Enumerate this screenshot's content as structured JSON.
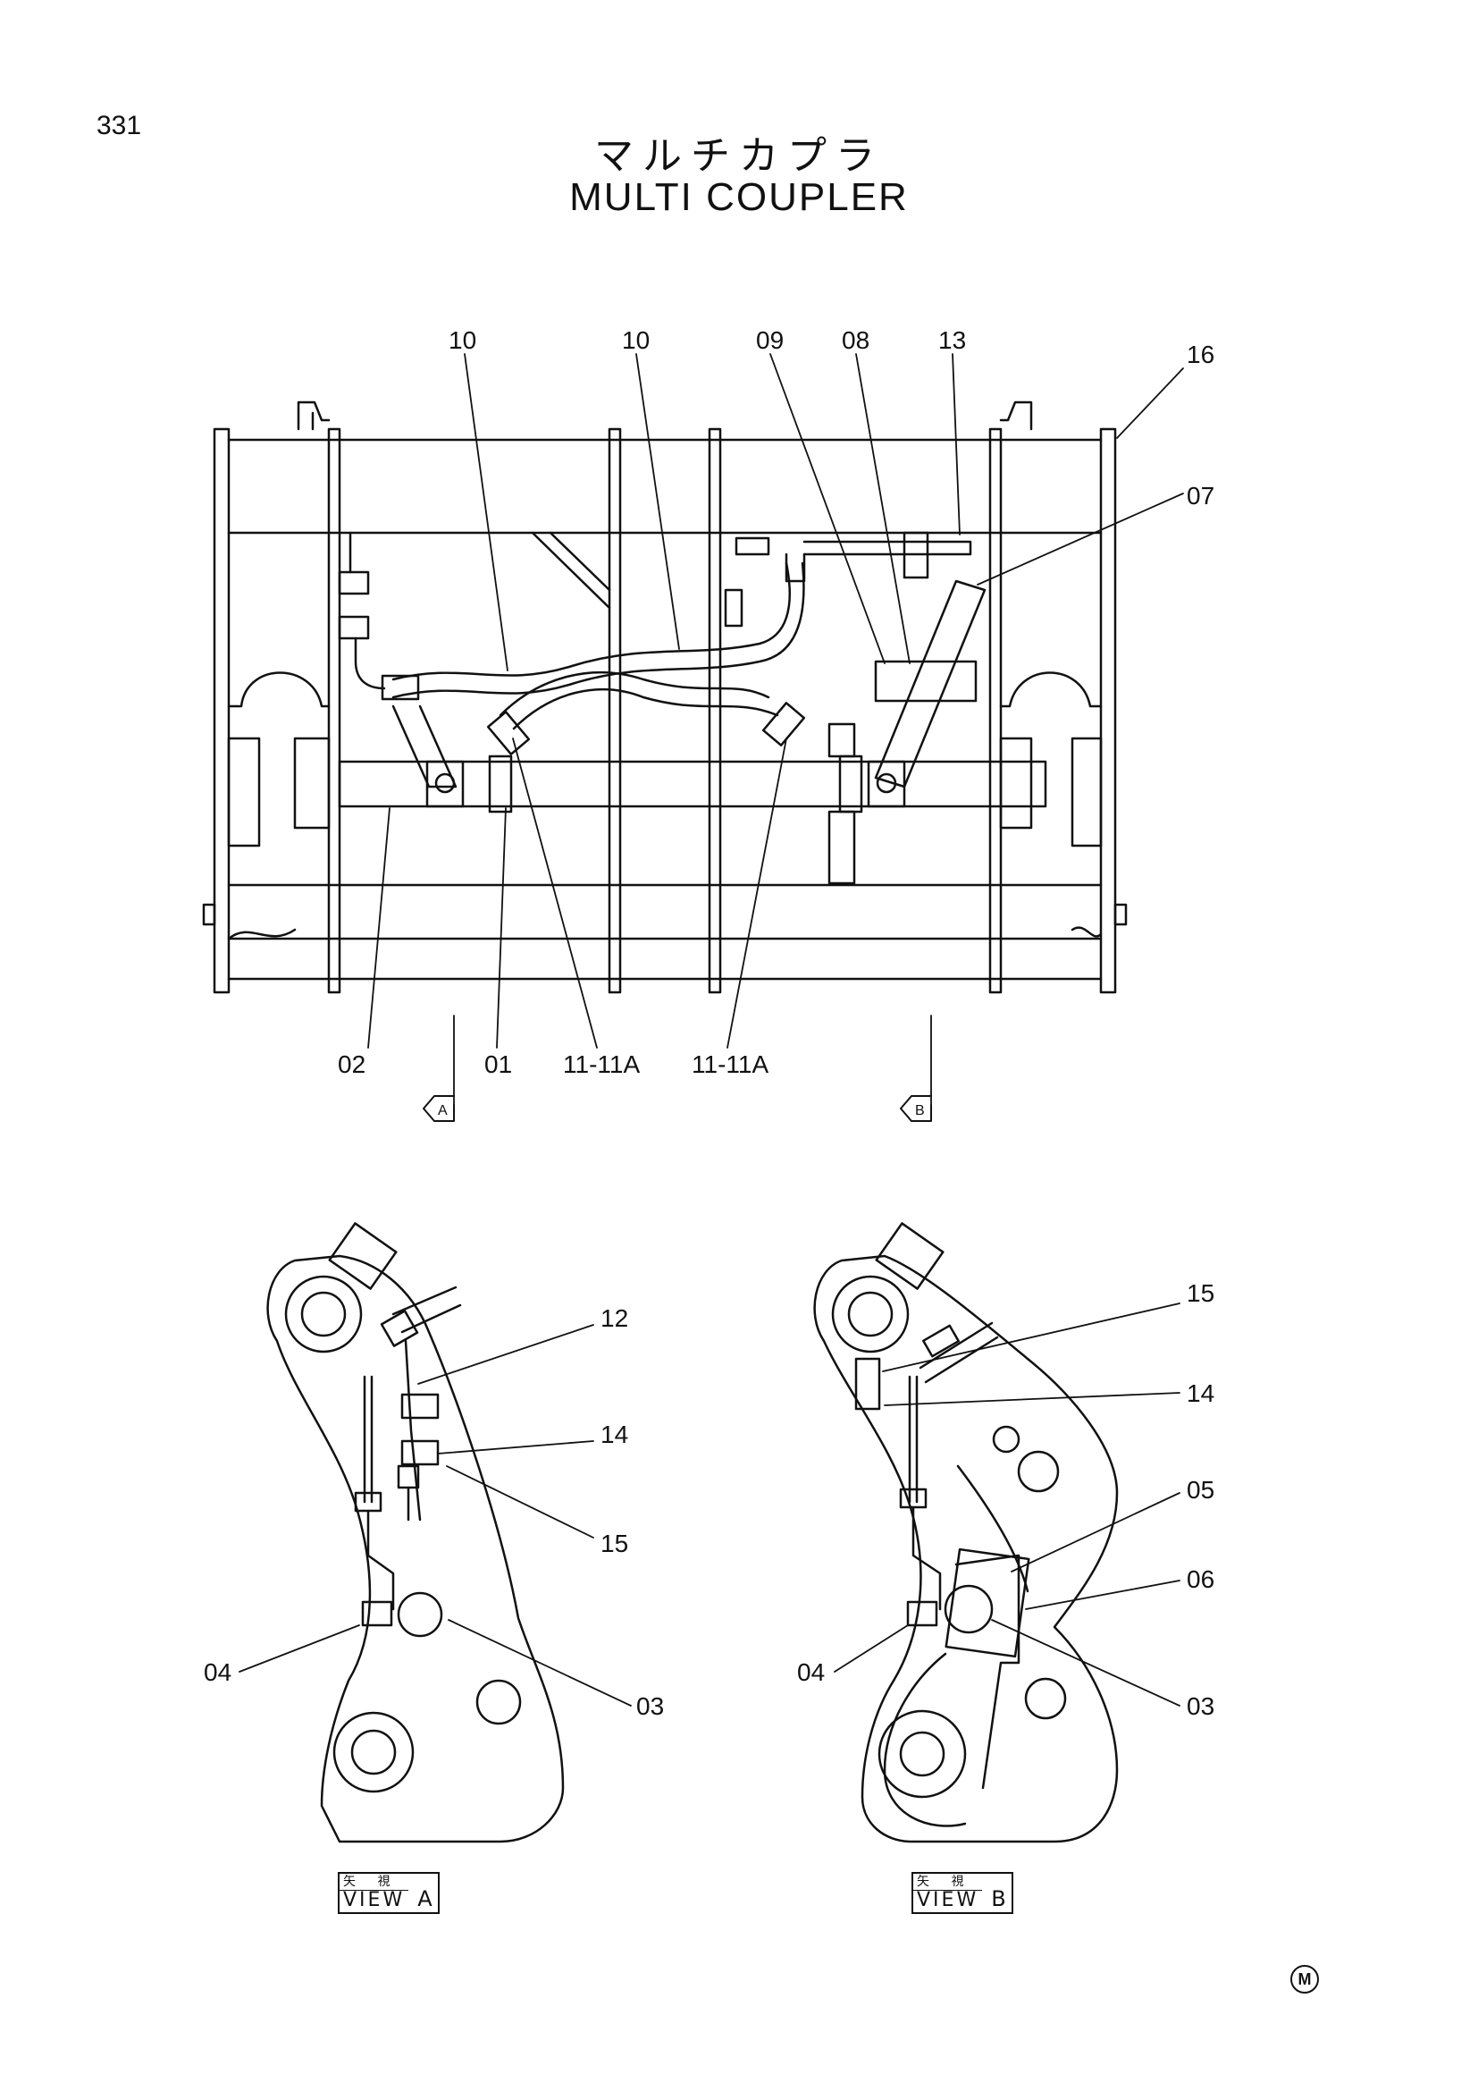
{
  "page": {
    "number": "331",
    "title_jp": "マルチカプラ",
    "title_en": "MULTI COUPLER",
    "mark": "M"
  },
  "main_view": {
    "callouts": [
      "10",
      "10",
      "09",
      "08",
      "13",
      "16",
      "07",
      "02",
      "01",
      "11-11A",
      "11-11A"
    ],
    "section_arrows": [
      "A",
      "B"
    ]
  },
  "view_a": {
    "label_jp": "矢 視",
    "label_en": "VIEW",
    "label_letter": "A",
    "callouts": [
      "12",
      "14",
      "15",
      "04",
      "03"
    ]
  },
  "view_b": {
    "label_jp": "矢 視",
    "label_en": "VIEW",
    "label_letter": "B",
    "callouts": [
      "15",
      "14",
      "05",
      "06",
      "04",
      "03"
    ]
  }
}
